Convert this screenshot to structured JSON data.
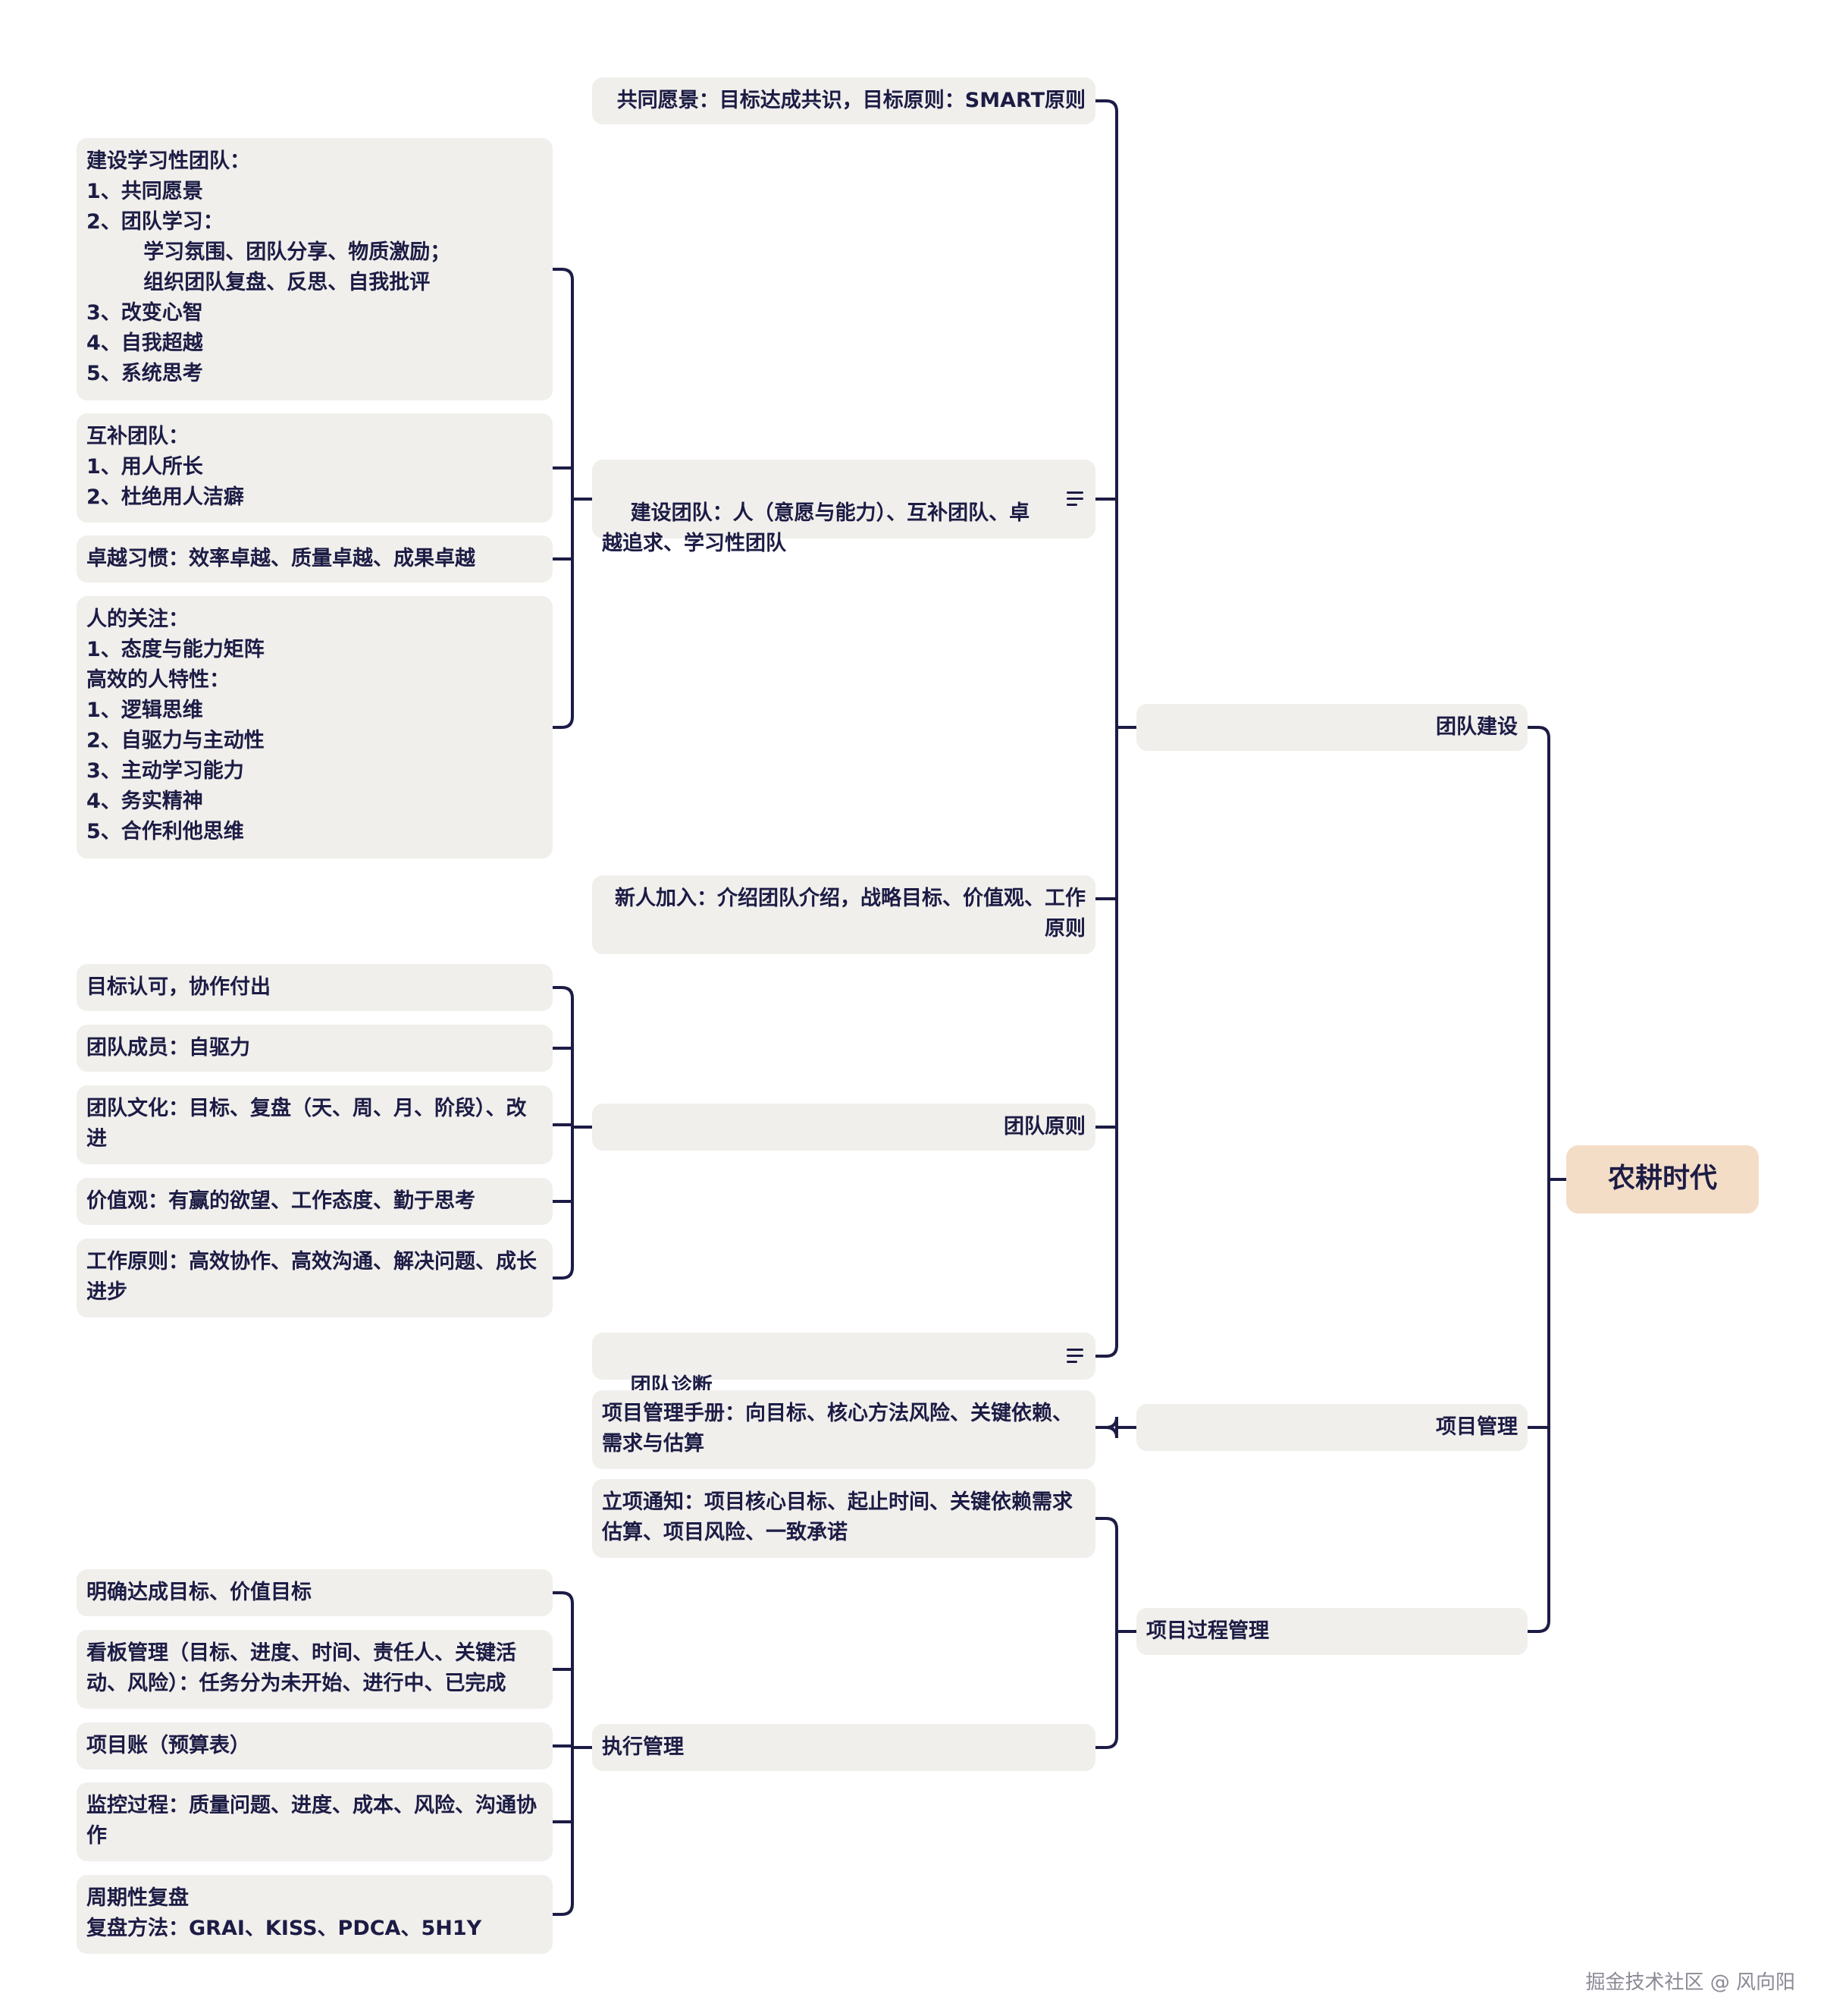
{
  "root": {
    "label": "农耕时代"
  },
  "branches": {
    "team_building": {
      "label": "团队建设",
      "shared_vision": "共同愿景：目标达成共识，目标原则：SMART原则",
      "build_team": {
        "label": "建设团队：人（意愿与能力）、互补团队、卓越追求、学习性团队",
        "learning_team": "建设学习性团队：\n1、共同愿景\n2、团队学习：\n        学习氛围、团队分享、物质激励；\n        组织团队复盘、反思、自我批评\n3、改变心智\n4、自我超越\n5、系统思考",
        "complementary": "互补团队：\n1、用人所长\n2、杜绝用人洁癖",
        "excellence": "卓越习惯：效率卓越、质量卓越、成果卓越",
        "people_focus": "人的关注：\n1、态度与能力矩阵\n高效的人特性：\n1、逻辑思维\n2、自驱力与主动性\n3、主动学习能力\n4、务实精神\n5、合作利他思维"
      },
      "newcomer": "新人加入：介绍团队介绍，战略目标、价值观、工作原则",
      "principles": {
        "label": "团队原则",
        "items": [
          "目标认可，协作付出",
          "团队成员：自驱力",
          "团队文化：目标、复盘（天、周、月、阶段）、改进",
          "价值观：有赢的欲望、工作态度、勤于思考",
          "工作原则：高效协作、高效沟通、解决问题、成长进步"
        ]
      },
      "diagnosis": "团队诊断"
    },
    "project_management": {
      "label": "项目管理",
      "handbook": "项目管理手册：向目标、核心方法风险、关键依赖、需求与估算"
    },
    "process_management": {
      "label": "项目过程管理",
      "kickoff": "立项通知：项目核心目标、起止时间、关键依赖需求估算、项目风险、一致承诺",
      "execution": {
        "label": "执行管理",
        "items": [
          "明确达成目标、价值目标",
          "看板管理（目标、进度、时间、责任人、关键活动、风险）：任务分为未开始、进行中、已完成",
          "项目账（预算表）",
          "监控过程：质量问题、进度、成本、风险、沟通协作",
          "周期性复盘\n复盘方法：GRAI、KISS、PDCA、5H1Y"
        ]
      }
    }
  },
  "watermark": "掘金技术社区 @ 风向阳",
  "colors": {
    "node_bg": "#f1efec",
    "root_bg": "#f4ddc7",
    "text": "#1c1c45",
    "line": "#1c1c45"
  },
  "icons": {
    "note": "note-lines-icon"
  }
}
